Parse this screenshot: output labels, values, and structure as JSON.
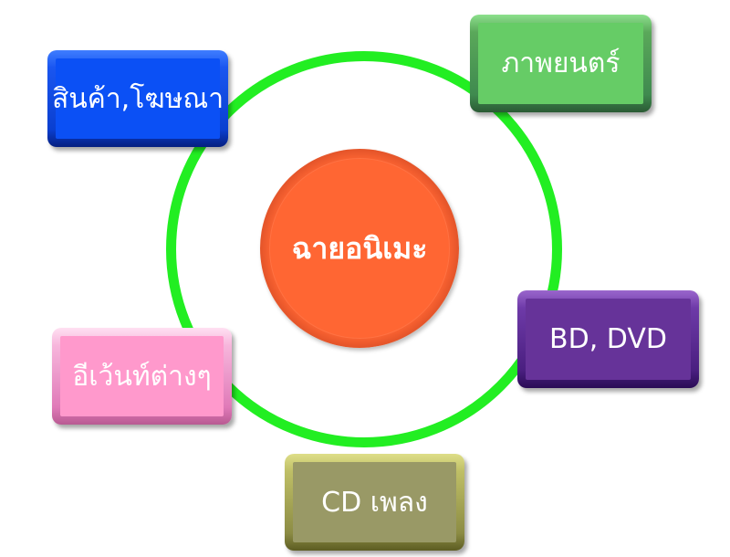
{
  "diagram": {
    "center": {
      "label": "ฉายอนิเมะ",
      "color": "#ff6633"
    },
    "ring_color": "#22ee22",
    "nodes": [
      {
        "id": "products-ads",
        "label": "สินค้า,โฆษณา",
        "color": "#0b50f5"
      },
      {
        "id": "movies",
        "label": "ภาพยนตร์",
        "color": "#66cc66"
      },
      {
        "id": "bd-dvd",
        "label": "BD, DVD",
        "color": "#663399"
      },
      {
        "id": "events",
        "label": "อีเว้นท์ต่างๆ",
        "color": "#ff99cc"
      },
      {
        "id": "music-cd",
        "label": "CD เพลง",
        "color": "#999966"
      }
    ]
  }
}
